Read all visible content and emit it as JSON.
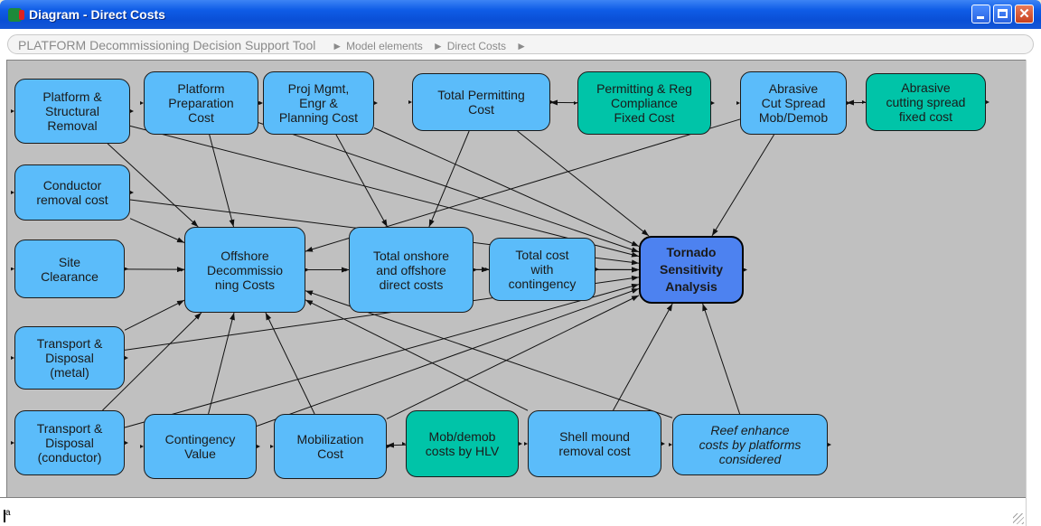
{
  "window": {
    "title": "Diagram - Direct Costs",
    "app_icon": "analytica-app-icon",
    "controls": [
      "minimize-icon",
      "maximize-icon",
      "close-icon"
    ]
  },
  "breadcrumb": {
    "app": "PLATFORM Decommissioning Decision Support Tool",
    "items": [
      "Model elements",
      "Direct Costs"
    ],
    "separator": "►"
  },
  "colors": {
    "node_blue": "#5bbcfa",
    "node_teal": "#00c4a8",
    "objective": "#4d82f0",
    "canvas": "#c0c0c0"
  },
  "nodes": [
    {
      "id": "platform-structural-removal",
      "label": "Platform &\nStructural\nRemoval",
      "kind": "variable"
    },
    {
      "id": "platform-preparation-cost",
      "label": "Platform\nPreparation\nCost",
      "kind": "variable"
    },
    {
      "id": "proj-mgmt-engr",
      "label": "Proj Mgmt,\nEngr &\nPlanning Cost",
      "kind": "variable"
    },
    {
      "id": "total-permitting-cost",
      "label": "Total Permitting\nCost",
      "kind": "variable"
    },
    {
      "id": "permitting-reg-compliance",
      "label": "Permitting & Reg\nCompliance\nFixed Cost",
      "kind": "constant"
    },
    {
      "id": "abrasive-cut-spread",
      "label": "Abrasive\nCut Spread\nMob/Demob",
      "kind": "variable"
    },
    {
      "id": "abrasive-fixed-cost",
      "label": "Abrasive\ncutting spread\nfixed cost",
      "kind": "constant"
    },
    {
      "id": "conductor-removal-cost",
      "label": "Conductor\nremoval cost",
      "kind": "variable"
    },
    {
      "id": "site-clearance",
      "label": "Site\nClearance",
      "kind": "variable"
    },
    {
      "id": "offshore-decommissioning",
      "label": "Offshore\nDecommissio\nning Costs",
      "kind": "variable"
    },
    {
      "id": "total-onshore-offshore",
      "label": "Total onshore\nand offshore\ndirect costs",
      "kind": "variable"
    },
    {
      "id": "total-cost-contingency",
      "label": "Total cost\nwith\ncontingency",
      "kind": "variable"
    },
    {
      "id": "tornado-sensitivity",
      "label": "Tornado\nSensitivity\nAnalysis",
      "kind": "objective"
    },
    {
      "id": "transport-disposal-metal",
      "label": "Transport &\nDisposal\n(metal)",
      "kind": "variable"
    },
    {
      "id": "transport-disposal-conductor",
      "label": "Transport &\nDisposal\n(conductor)",
      "kind": "variable"
    },
    {
      "id": "contingency-value",
      "label": "Contingency\nValue",
      "kind": "variable"
    },
    {
      "id": "mobilization-cost",
      "label": "Mobilization\nCost",
      "kind": "variable"
    },
    {
      "id": "mob-demob-hlv",
      "label": "Mob/demob\ncosts by HLV",
      "kind": "constant"
    },
    {
      "id": "shell-mound-removal",
      "label": "Shell mound\nremoval cost",
      "kind": "variable"
    },
    {
      "id": "reef-enhance",
      "label": "Reef enhance\ncosts by platforms\nconsidered",
      "kind": "italic"
    }
  ],
  "edges": [
    [
      "permitting-reg-compliance",
      "total-permitting-cost"
    ],
    [
      "abrasive-fixed-cost",
      "abrasive-cut-spread"
    ],
    [
      "mob-demob-hlv",
      "mobilization-cost"
    ],
    [
      "platform-structural-removal",
      "offshore-decommissioning"
    ],
    [
      "platform-structural-removal",
      "tornado-sensitivity"
    ],
    [
      "platform-preparation-cost",
      "offshore-decommissioning"
    ],
    [
      "proj-mgmt-engr",
      "total-onshore-offshore"
    ],
    [
      "proj-mgmt-engr",
      "tornado-sensitivity"
    ],
    [
      "platform-preparation-cost",
      "tornado-sensitivity"
    ],
    [
      "total-permitting-cost",
      "total-onshore-offshore"
    ],
    [
      "total-permitting-cost",
      "tornado-sensitivity"
    ],
    [
      "abrasive-cut-spread",
      "offshore-decommissioning"
    ],
    [
      "abrasive-cut-spread",
      "tornado-sensitivity"
    ],
    [
      "conductor-removal-cost",
      "offshore-decommissioning"
    ],
    [
      "conductor-removal-cost",
      "tornado-sensitivity"
    ],
    [
      "site-clearance",
      "offshore-decommissioning"
    ],
    [
      "offshore-decommissioning",
      "total-onshore-offshore"
    ],
    [
      "total-onshore-offshore",
      "total-cost-contingency"
    ],
    [
      "total-cost-contingency",
      "tornado-sensitivity"
    ],
    [
      "total-onshore-offshore",
      "tornado-sensitivity"
    ],
    [
      "offshore-decommissioning",
      "tornado-sensitivity"
    ],
    [
      "transport-disposal-metal",
      "offshore-decommissioning"
    ],
    [
      "transport-disposal-metal",
      "tornado-sensitivity"
    ],
    [
      "transport-disposal-conductor",
      "offshore-decommissioning"
    ],
    [
      "transport-disposal-conductor",
      "tornado-sensitivity"
    ],
    [
      "contingency-value",
      "offshore-decommissioning"
    ],
    [
      "contingency-value",
      "tornado-sensitivity"
    ],
    [
      "mobilization-cost",
      "offshore-decommissioning"
    ],
    [
      "mobilization-cost",
      "tornado-sensitivity"
    ],
    [
      "shell-mound-removal",
      "offshore-decommissioning"
    ],
    [
      "shell-mound-removal",
      "tornado-sensitivity"
    ],
    [
      "reef-enhance",
      "offshore-decommissioning"
    ],
    [
      "reef-enhance",
      "tornado-sensitivity"
    ]
  ],
  "status": {
    "indicator": "a"
  }
}
